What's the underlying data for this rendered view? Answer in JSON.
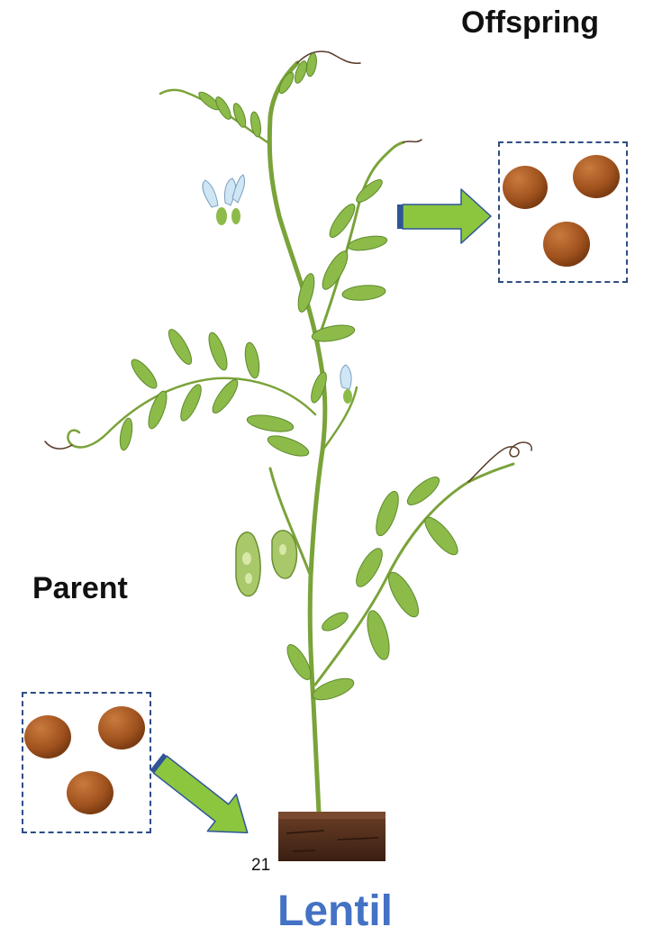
{
  "labels": {
    "offspring": "Offspring",
    "parent": "Parent",
    "title": "Lentil",
    "slide_number": "21"
  },
  "colors": {
    "seed": "#a0521e",
    "seed_highlight": "#c97a3d",
    "arrow_fill": "#8cc63f",
    "arrow_edge": "#2f5597",
    "box_border": "#2e4d86",
    "stem": "#7aa33a",
    "leaf": "#8dbb4a",
    "leaf_dark": "#5d8a2a",
    "flower": "#cfe6f5",
    "pod": "#a9c86a",
    "soil": "#4a2a1a",
    "title": "#4472c4"
  },
  "icons": {
    "plant": "lentil-plant-illustration",
    "seed": "lentil-seed-icon",
    "arrow": "green-arrow-icon",
    "soil": "soil-block-icon"
  }
}
